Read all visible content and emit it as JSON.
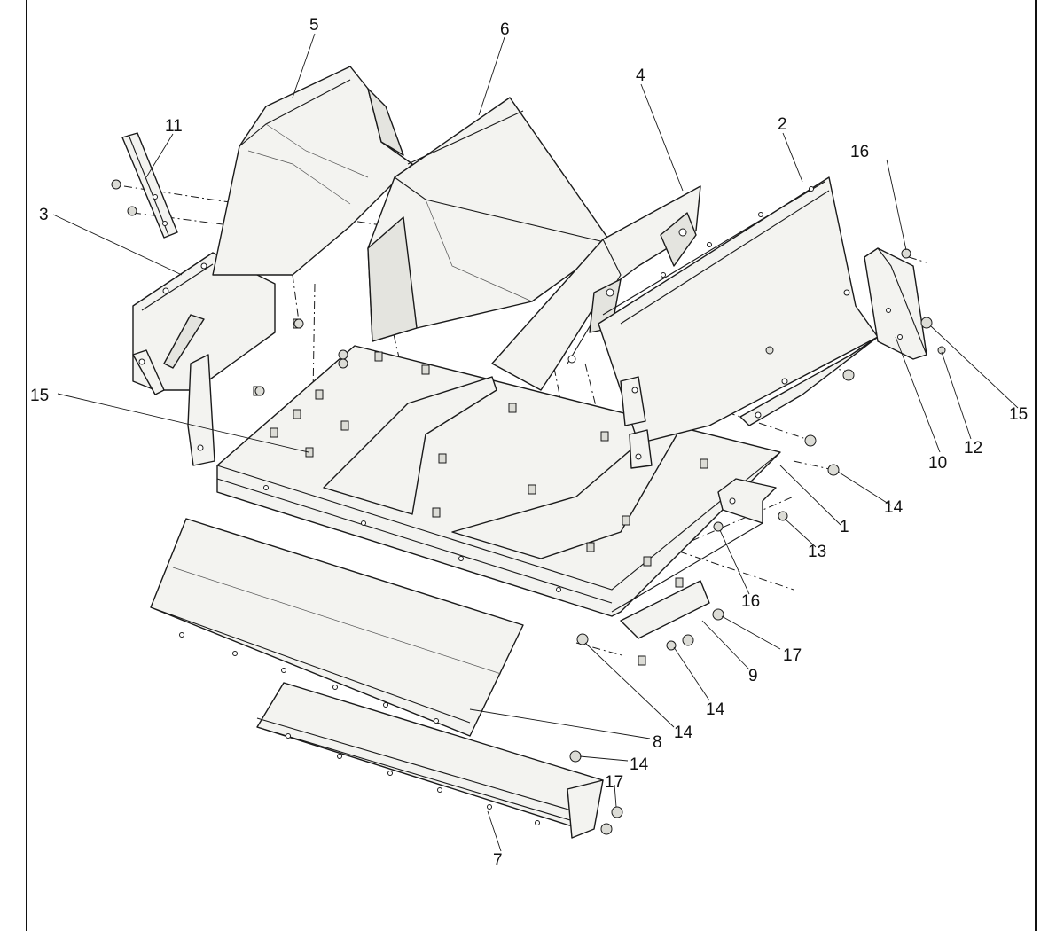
{
  "callouts": [
    {
      "id": "c5",
      "label": "5"
    },
    {
      "id": "c6",
      "label": "6"
    },
    {
      "id": "c4",
      "label": "4"
    },
    {
      "id": "c2",
      "label": "2"
    },
    {
      "id": "c16a",
      "label": "16"
    },
    {
      "id": "c11",
      "label": "11"
    },
    {
      "id": "c3",
      "label": "3"
    },
    {
      "id": "c15a",
      "label": "15"
    },
    {
      "id": "c15b",
      "label": "15"
    },
    {
      "id": "c10",
      "label": "10"
    },
    {
      "id": "c12",
      "label": "12"
    },
    {
      "id": "c14a",
      "label": "14"
    },
    {
      "id": "c1",
      "label": "1"
    },
    {
      "id": "c13",
      "label": "13"
    },
    {
      "id": "c16b",
      "label": "16"
    },
    {
      "id": "c17a",
      "label": "17"
    },
    {
      "id": "c9",
      "label": "9"
    },
    {
      "id": "c14b",
      "label": "14"
    },
    {
      "id": "c14c",
      "label": "14"
    },
    {
      "id": "c8",
      "label": "8"
    },
    {
      "id": "c14d",
      "label": "14"
    },
    {
      "id": "c17b",
      "label": "17"
    },
    {
      "id": "c7",
      "label": "7"
    }
  ]
}
